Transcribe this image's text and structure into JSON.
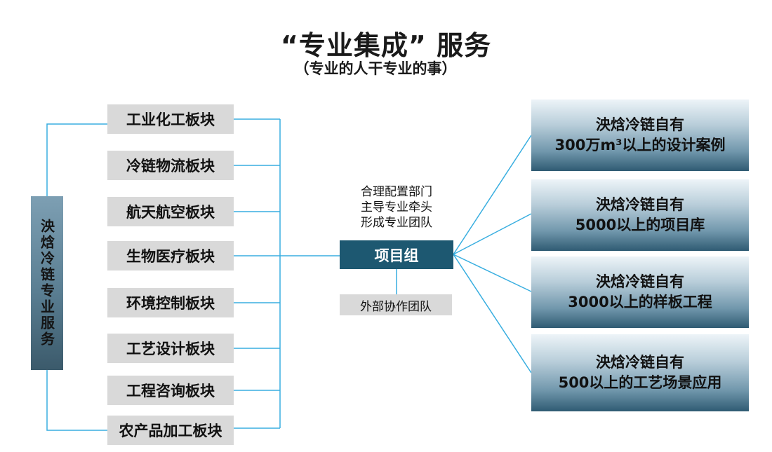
{
  "header": {
    "title": "“专业集成” 服务",
    "subtitle": "（专业的人干专业的事）"
  },
  "left_label": "泱焓冷链专业服务",
  "sectors": [
    "工业化工板块",
    "冷链物流板块",
    "航天航空板块",
    "生物医疗板块",
    "环境控制板块",
    "工艺设计板块",
    "工程咨询板块",
    "农产品加工板块"
  ],
  "center": {
    "notes": [
      "合理配置部门",
      "主导专业牵头",
      "形成专业团队"
    ],
    "project": "项目组",
    "external": "外部协作团队"
  },
  "assets": [
    {
      "line1": "泱焓冷链自有",
      "line2": "300万m³以上的设计案例"
    },
    {
      "line1": "泱焓冷链自有",
      "line2": "5000以上的项目库"
    },
    {
      "line1": "泱焓冷链自有",
      "line2": "3000以上的样板工程"
    },
    {
      "line1": "泱焓冷链自有",
      "line2": "500以上的工艺场景应用"
    }
  ],
  "colors": {
    "connector": "#38aee0",
    "project_box": "#1d5871",
    "sector_box": "#d9d9d9"
  }
}
